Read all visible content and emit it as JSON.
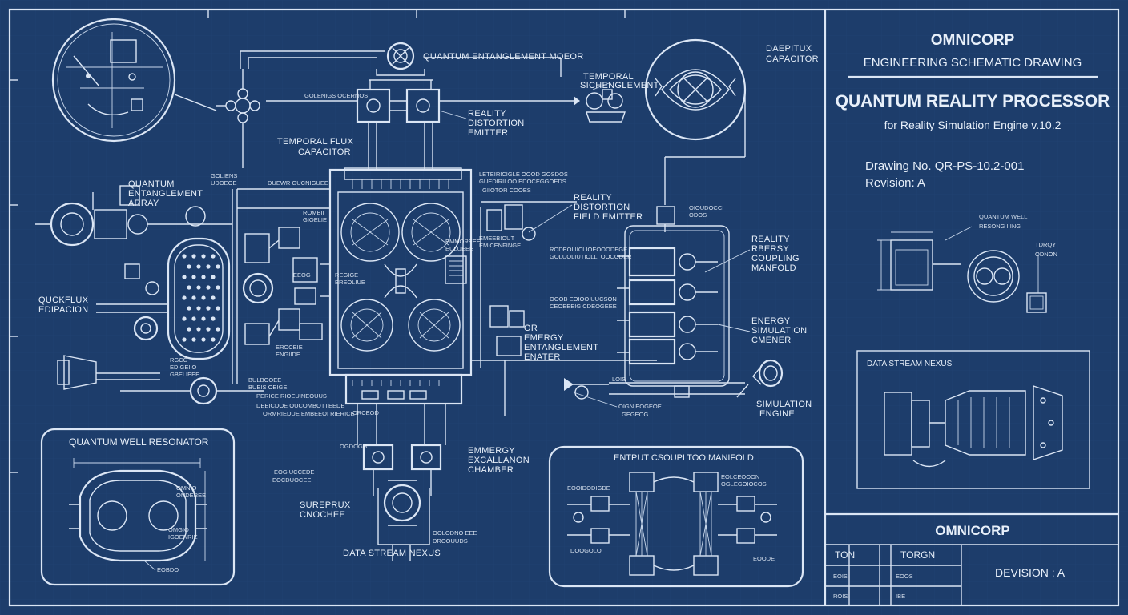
{
  "title_block": {
    "company": "OMNICORP",
    "drawing_type": "ENGINEERING SCHEMATIC DRAWING",
    "product": "QUANTUM REALITY PROCESSOR",
    "subtitle": "for Reality Simulation Engine v.10.2",
    "drawing_no": "Drawing No. QR-PS-10.2-001",
    "revision": "Revision: A",
    "detail_label_1": "QUANTUM WELL",
    "detail_label_2": "RESONG I ING",
    "detail_label_3": "TDRQY",
    "detail_label_4": "ODNON",
    "nexus_title": "DATA STREAM NEXUS",
    "footer_company": "OMNICORP",
    "cell_ton": "TON",
    "cell_torgn": "TORGN",
    "cell_r1a": "EOIS",
    "cell_r1b": "EOOS",
    "cell_r2a": "ROIS",
    "cell_r2b": "IBE",
    "division": "DEVISION :  A"
  },
  "labels": {
    "quantum_entanglement_moder": "QUANTUM ENTANGLEMENT MOEOR",
    "temporal_top_1": "TEMPORAL",
    "temporal_top_2": "SICHENGLEMENT",
    "daepitux_1": "DAEPITUX",
    "daepitux_2": "CAPACITOR",
    "reality_top_1": "REALITY",
    "reality_top_2": "DISTORTION",
    "reality_top_3": "EMITTER",
    "temporal_flux_1": "TEMPORAL FLUX",
    "temporal_flux_2": "CAPACITOR",
    "qea_1": "QUANTUM",
    "qea_2": "ENTANGLEMENT",
    "qea_3": "ARRAY",
    "reality_mid_1": "REALITY",
    "reality_mid_2": "DISTORTION",
    "reality_mid_3": "FIELD EMITTER",
    "rrcm_1": "REALITY",
    "rrcm_2": "RBERSY",
    "rrcm_3": "COUPLING",
    "rrcm_4": "MANFOLD",
    "quickflux_1": "QUCKFLUX",
    "quickflux_2": "EDIPACION",
    "energy_sim_1": "ENERGY",
    "energy_sim_2": "SIMULATION",
    "energy_sim_3": "CMENER",
    "or_energy_1": "OR",
    "or_energy_2": "EMERGY",
    "or_energy_3": "ENTANGLEMENT",
    "or_energy_4": "ENATER",
    "sim_engine_1": "SIMULATION",
    "sim_engine_2": "ENGINE",
    "qwr_title": "QUANTUM WELL RESONATOR",
    "entput_title": "ENTPUT CSOUPLTOO MANIFOLD",
    "emergy_1": "EMMERGY",
    "emergy_2": "EXCALLANON",
    "emergy_3": "CHAMBER",
    "sureprux_1": "SUREPRUX",
    "sureprux_2": "CNOCHEE",
    "data_stream_nexus": "DATA STREAM NEXUS"
  }
}
